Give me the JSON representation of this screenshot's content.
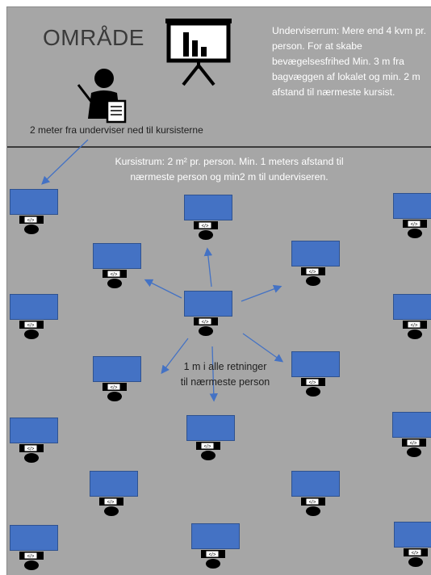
{
  "header": {
    "title": "OMRÅDE",
    "instructor_room_text": "Underviserrum: Mere end 4 kvm pr. person. For at skabe bevægelsesfrihed Min. 3 m fra bagvæggen af lokalet og min. 2 m afstand til nærmeste kursist.",
    "instructor_caption": "2 meter fra underviser ned til kursisterne"
  },
  "course_room": {
    "text_line1": "Kursistrum: 2 m² pr. person. Min. 1 meters afstand til",
    "text_line2": "nærmeste person og min2 m til underviseren.",
    "center_caption_line1": "1 m i alle retninger",
    "center_caption_line2": "til nærmeste person"
  },
  "icons": {
    "presentation": "presentation-board-icon",
    "instructor": "instructor-with-pointer-icon",
    "student": "student-at-desk-icon"
  },
  "colors": {
    "background": "#a6a6a6",
    "monitor": "#4472c4",
    "arrow": "#4472c4",
    "text_light": "#ffffff",
    "text_dark": "#1f1f1f"
  }
}
